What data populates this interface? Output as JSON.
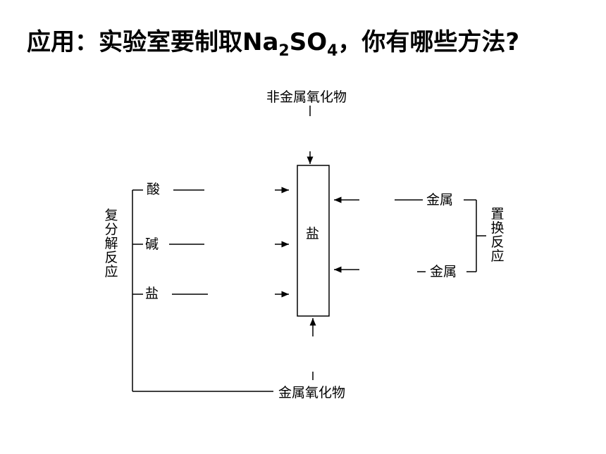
{
  "title": {
    "prefix": "应用：实验室要制取",
    "na": "Na",
    "sub2": "2",
    "so": "SO",
    "sub4": "4",
    "suffix": "，你有哪些方法?"
  },
  "diagram": {
    "top_label": "非金属氧化物",
    "bottom_label": "金属氧化物",
    "center_label": "盐",
    "left_items": [
      "酸",
      "碱",
      "盐"
    ],
    "left_group": "复分解反应",
    "right_items": [
      "金属",
      "金属"
    ],
    "right_group": "置换反应"
  }
}
